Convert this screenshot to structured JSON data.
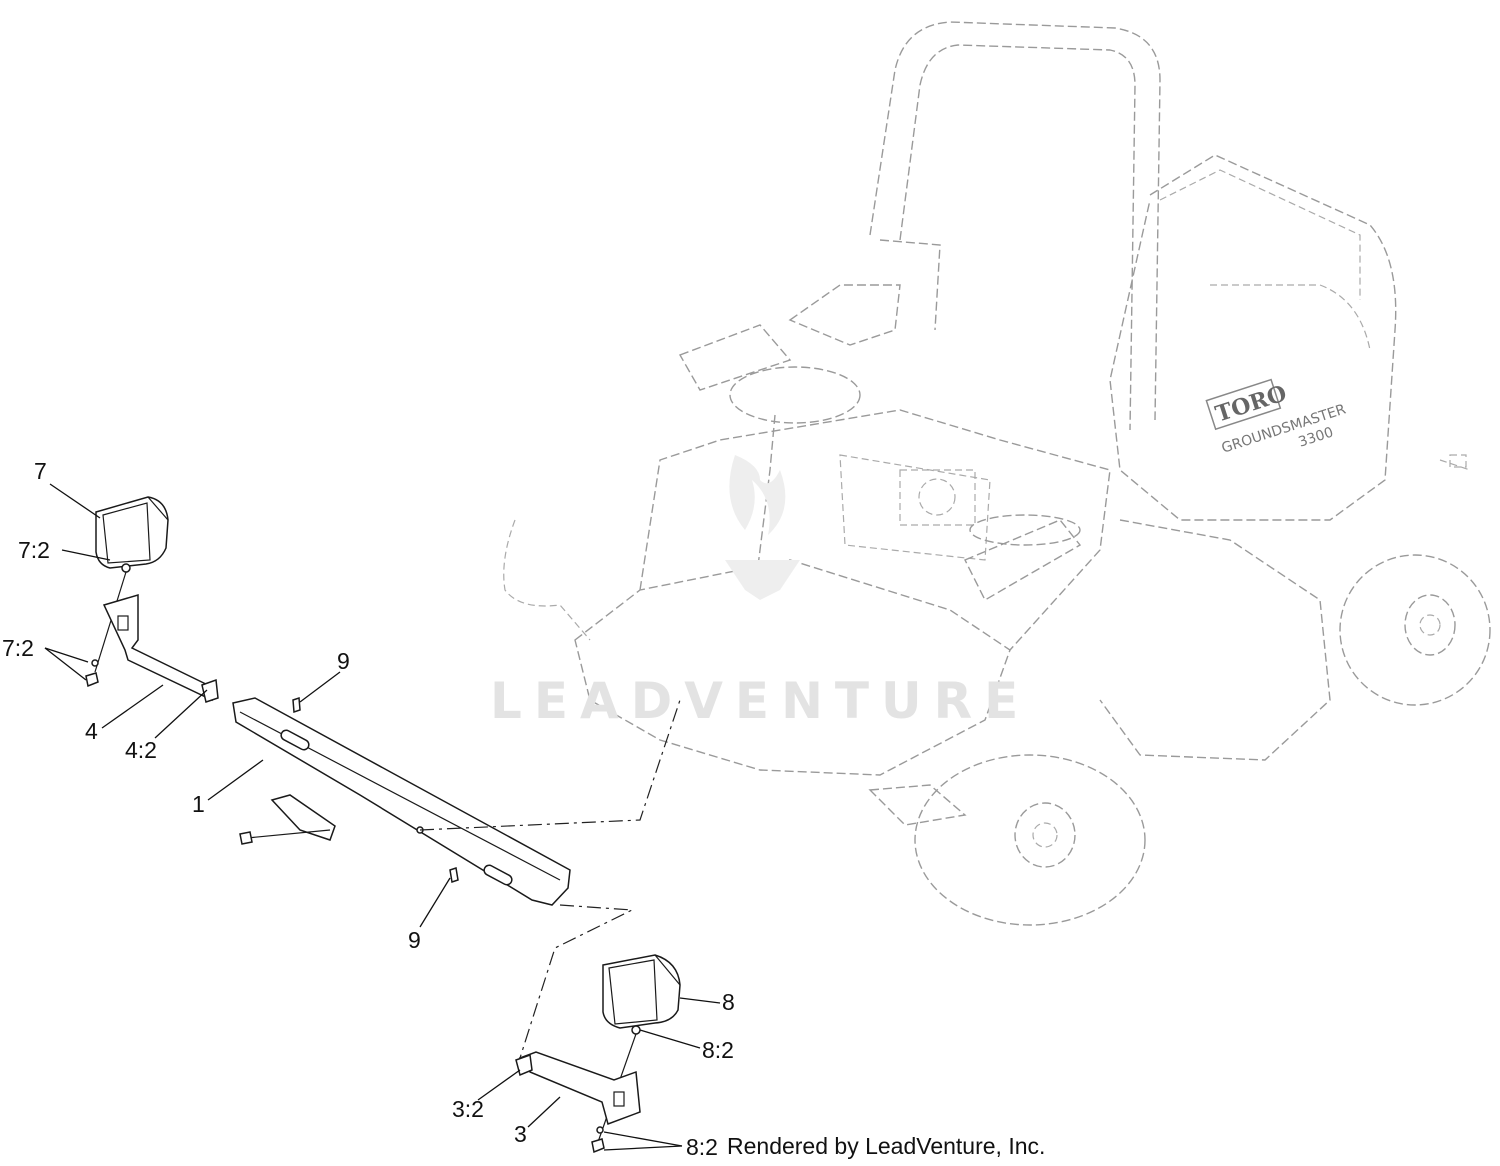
{
  "callouts": {
    "c7": "7",
    "c7_2a": "7:2",
    "c7_2b": "7:2",
    "c4": "4",
    "c4_2": "4:2",
    "c9a": "9",
    "c1": "1",
    "c9b": "9",
    "c8": "8",
    "c8_2a": "8:2",
    "c3_2": "3:2",
    "c3": "3",
    "c8_2b": "8:2"
  },
  "credit": "Rendered by LeadVenture, Inc.",
  "watermark": "LEADVENTURE",
  "decal": {
    "brand": "TORO",
    "model": "GROUNDSMASTER",
    "model_number": "3300"
  }
}
